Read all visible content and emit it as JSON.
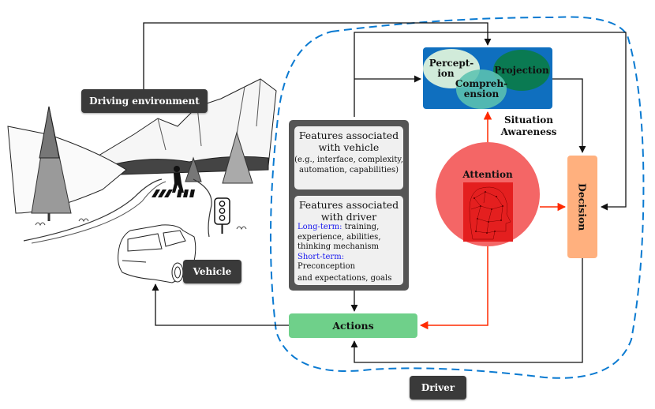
{
  "labels": {
    "driving_environment": "Driving environment",
    "vehicle": "Vehicle",
    "driver": "Driver"
  },
  "situation_awareness": {
    "title_line1": "Situation",
    "title_line2": "Awareness",
    "perception_line1": "Percept-",
    "perception_line2": "ion",
    "comprehension_line1": "Compreh-",
    "comprehension_line2": "ension",
    "projection": "Projection",
    "colors": {
      "box": "#0f6fbf",
      "perception": "#d9f0d2",
      "comprehension": "#5cc3b0",
      "projection": "#0a7a52"
    }
  },
  "features_vehicle": {
    "title_line1": "Features associated",
    "title_line2": "with vehicle",
    "sub_line1": "(e.g., interface, complexity,",
    "sub_line2": "automation, capabilities)"
  },
  "features_driver": {
    "title_line1": "Features associated",
    "title_line2": "with driver",
    "long_term_label": "Long-term:",
    "long_term_text_1": " training,",
    "long_term_text_2": "experience,  abilities,",
    "long_term_text_3": "thinking mechanism",
    "short_term_label": "Short-term:",
    "short_term_text_1": " Preconception",
    "short_term_text_2": "and expectations, goals"
  },
  "attention": {
    "label": "Attention",
    "color": "#f46666"
  },
  "decision": {
    "label": "Decision",
    "color": "#ffb07e"
  },
  "actions": {
    "label": "Actions",
    "color": "#6fd08a"
  },
  "illustration": {
    "description": "mountain road scene with pedestrian crossing, traffic light and car"
  },
  "colors": {
    "driver_boundary": "#0a7ad1",
    "red_arrow": "#ff2a00",
    "black_arrow": "#111111"
  }
}
